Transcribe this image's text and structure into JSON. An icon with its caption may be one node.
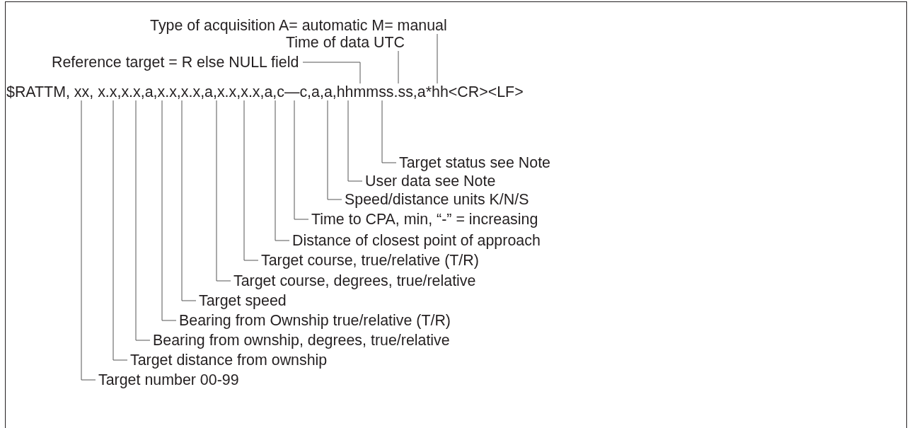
{
  "diagram": {
    "nodes": [
      {
        "text": [
          "Type of acquisition A= automatic M= manual"
        ]
      },
      {
        "text": [
          "Time of data UTC"
        ]
      },
      {
        "text": [
          "Reference target = R  else NULL field"
        ]
      },
      {
        "text": [
          "$RATTM, xx, x.x,x.x,a,x.x,x.x,a,x.x,x.x,a,c—c,a,a,hhmmss.ss,a*hh<CR><LF>"
        ]
      },
      {
        "text": [
          "Target status see Note"
        ]
      },
      {
        "text": [
          "User data see Note"
        ]
      },
      {
        "text": [
          "Speed/distance units K/N/S"
        ]
      },
      {
        "text": [
          "Time to CPA, min, “-” = increasing"
        ]
      },
      {
        "text": [
          "Distance of closest point of approach"
        ]
      },
      {
        "text": [
          "Target course, true/relative (T/R)"
        ]
      },
      {
        "text": [
          "Target course, degrees, true/relative"
        ]
      },
      {
        "text": [
          "Target speed"
        ]
      },
      {
        "text": [
          "Bearing from Ownship true/relative (T/R)"
        ]
      },
      {
        "text": [
          "Bearing from ownship, degrees, true/relative"
        ]
      },
      {
        "text": [
          "Target distance from ownship"
        ]
      },
      {
        "text": [
          "Target number 00-99"
        ]
      }
    ],
    "edges": [
      {
        "from": 0,
        "to": 3,
        "arrow": "none"
      },
      {
        "from": 1,
        "to": 3,
        "arrow": "none"
      },
      {
        "from": 2,
        "to": 3,
        "arrow": "none"
      },
      {
        "from": 4,
        "to": 3,
        "arrow": "none"
      },
      {
        "from": 5,
        "to": 3,
        "arrow": "none"
      },
      {
        "from": 6,
        "to": 3,
        "arrow": "none"
      },
      {
        "from": 7,
        "to": 3,
        "arrow": "none"
      },
      {
        "from": 8,
        "to": 3,
        "arrow": "none"
      },
      {
        "from": 9,
        "to": 3,
        "arrow": "none"
      },
      {
        "from": 10,
        "to": 3,
        "arrow": "none"
      },
      {
        "from": 11,
        "to": 3,
        "arrow": "none"
      },
      {
        "from": 12,
        "to": 3,
        "arrow": "none"
      },
      {
        "from": 13,
        "to": 3,
        "arrow": "none"
      },
      {
        "from": 14,
        "to": 3,
        "arrow": "none"
      },
      {
        "from": 15,
        "to": 3,
        "arrow": "none"
      }
    ]
  }
}
